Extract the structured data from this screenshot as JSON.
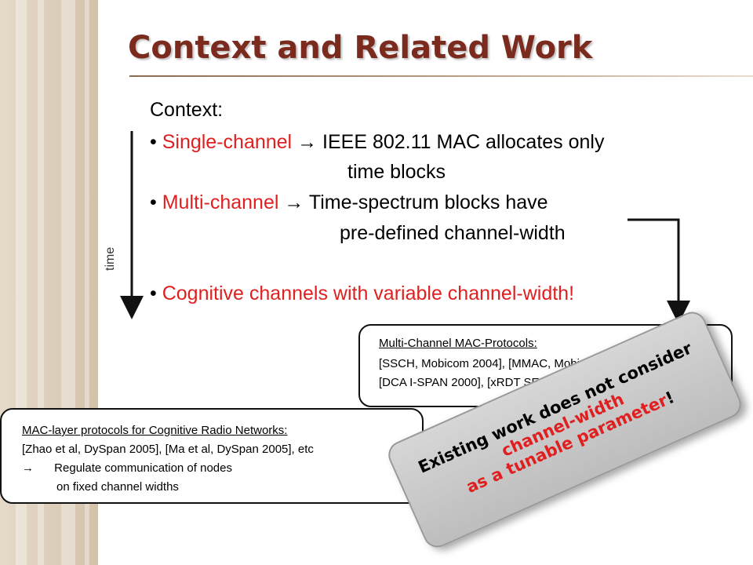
{
  "slide": {
    "title": "Context and Related Work",
    "context_heading": "Context:",
    "bullets": [
      {
        "bullet": "•",
        "highlight": "Single-channel",
        "arrow": "→",
        "text": "IEEE 802.11 MAC allocates only",
        "continuation": "time blocks"
      },
      {
        "bullet": "•",
        "highlight": "Multi-channel",
        "arrow": "→",
        "text": "Time-spectrum blocks have",
        "continuation": "pre-defined channel-width"
      },
      {
        "bullet": "•",
        "highlight": "Cognitive channels with variable channel-width!"
      }
    ],
    "time_label": "time",
    "multichannel_box": {
      "heading": "Multi-Channel MAC-Protocols:",
      "line1": "[SSCH, Mobicom 2004], [MMAC, Mobi",
      "line2": "[DCA I-SPAN 2000], [xRDT SE"
    },
    "cognitive_box": {
      "heading": "MAC-layer protocols for Cognitive Radio Networks:",
      "line1": "[Zhao et al, DySpan 2005], [Ma et al, DySpan 2005], etc",
      "arrow": "→",
      "line2": "Regulate communication of nodes",
      "line3": "on fixed channel widths"
    },
    "callout": {
      "line1": "Existing work does not consider",
      "line2": "channel-width",
      "line3": "as a tunable parameter",
      "line3_suffix": "!"
    }
  },
  "colors": {
    "title": "#7b2a1e",
    "highlight_red": "#e02020",
    "sidebar": "#dccdb8",
    "callout_fill": "#c8c8c8"
  }
}
